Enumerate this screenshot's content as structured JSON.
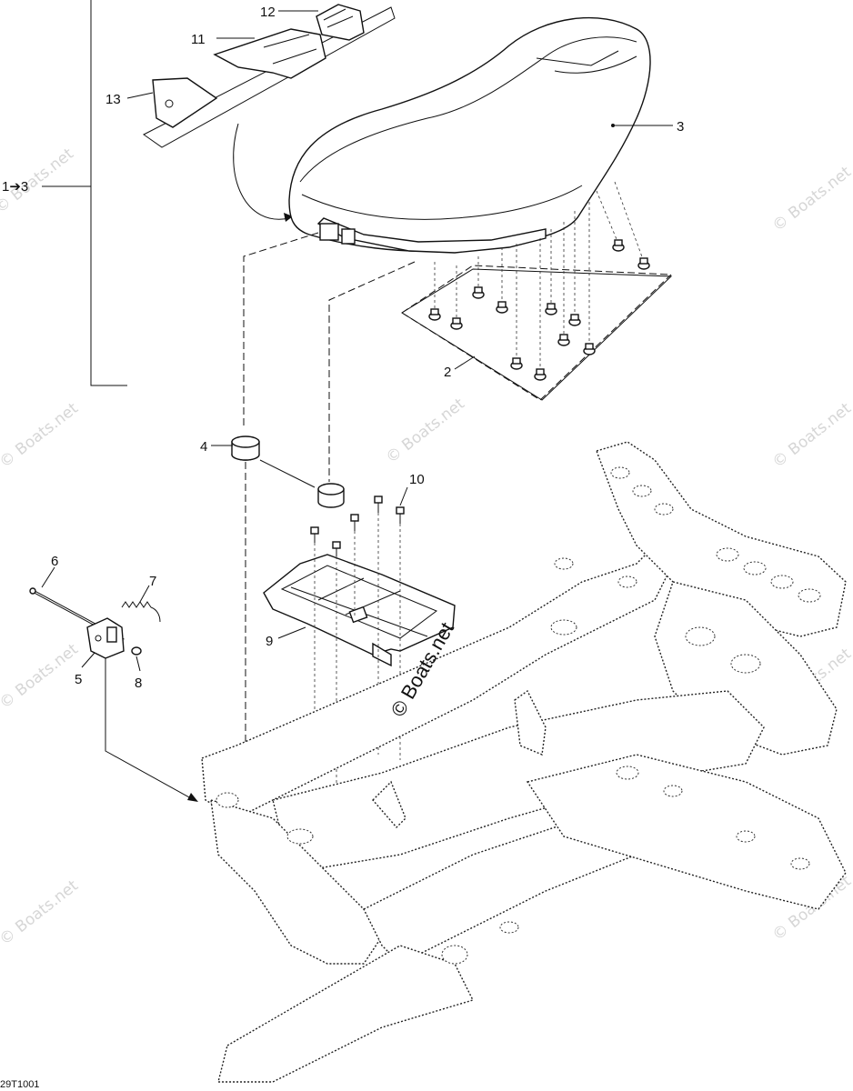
{
  "callouts": {
    "c1": "1➔3",
    "c2": "2",
    "c3": "3",
    "c4": "4",
    "c5": "5",
    "c6": "6",
    "c7": "7",
    "c8": "8",
    "c9": "9",
    "c10": "10",
    "c11": "11",
    "c12": "12",
    "c13": "13"
  },
  "watermarks": {
    "copyright": "© Boats.net"
  },
  "reference_code": "29T1001"
}
